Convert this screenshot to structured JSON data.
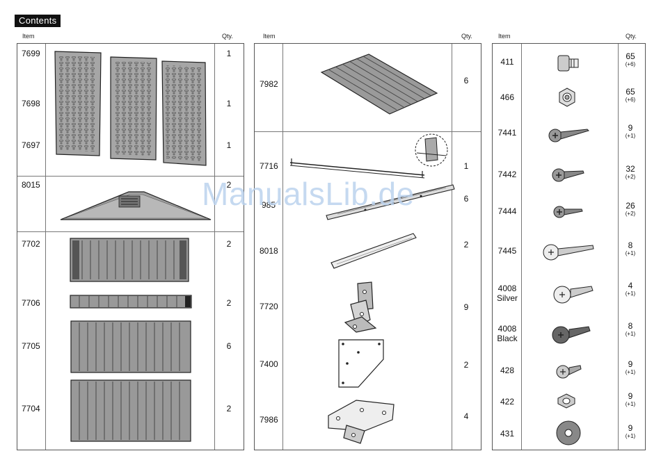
{
  "title": "Contents",
  "headers": {
    "item": "Item",
    "qty": "Qty."
  },
  "col1": [
    {
      "code": "7699",
      "qty": "1"
    },
    {
      "code": "7698",
      "qty": "1"
    },
    {
      "code": "7697",
      "qty": "1"
    },
    {
      "code": "8015",
      "qty": "2"
    },
    {
      "code": "7702",
      "qty": "2"
    },
    {
      "code": "7706",
      "qty": "2"
    },
    {
      "code": "7705",
      "qty": "6"
    },
    {
      "code": "7704",
      "qty": "2"
    }
  ],
  "col2": [
    {
      "code": "7982",
      "qty": "6"
    },
    {
      "code": "7716",
      "qty": "1"
    },
    {
      "code": "985",
      "qty": "6"
    },
    {
      "code": "8018",
      "qty": "2"
    },
    {
      "code": "7720",
      "qty": "9"
    },
    {
      "code": "7400",
      "qty": "2"
    },
    {
      "code": "7986",
      "qty": "4"
    }
  ],
  "col3": [
    {
      "code": "411",
      "qty": "65",
      "extra": "(+6)"
    },
    {
      "code": "466",
      "qty": "65",
      "extra": "(+6)"
    },
    {
      "code": "7441",
      "qty": "9",
      "extra": "(+1)"
    },
    {
      "code": "7442",
      "qty": "32",
      "extra": "(+2)"
    },
    {
      "code": "7444",
      "qty": "26",
      "extra": "(+2)"
    },
    {
      "code": "7445",
      "qty": "8",
      "extra": "(+1)"
    },
    {
      "code": "4008",
      "code2": "Silver",
      "qty": "4",
      "extra": "(+1)"
    },
    {
      "code": "4008",
      "code2": "Black",
      "qty": "8",
      "extra": "(+1)"
    },
    {
      "code": "428",
      "qty": "9",
      "extra": "(+1)"
    },
    {
      "code": "422",
      "qty": "9",
      "extra": "(+1)"
    },
    {
      "code": "431",
      "qty": "9",
      "extra": "(+1)"
    }
  ],
  "watermark": "ManualsLib.de"
}
